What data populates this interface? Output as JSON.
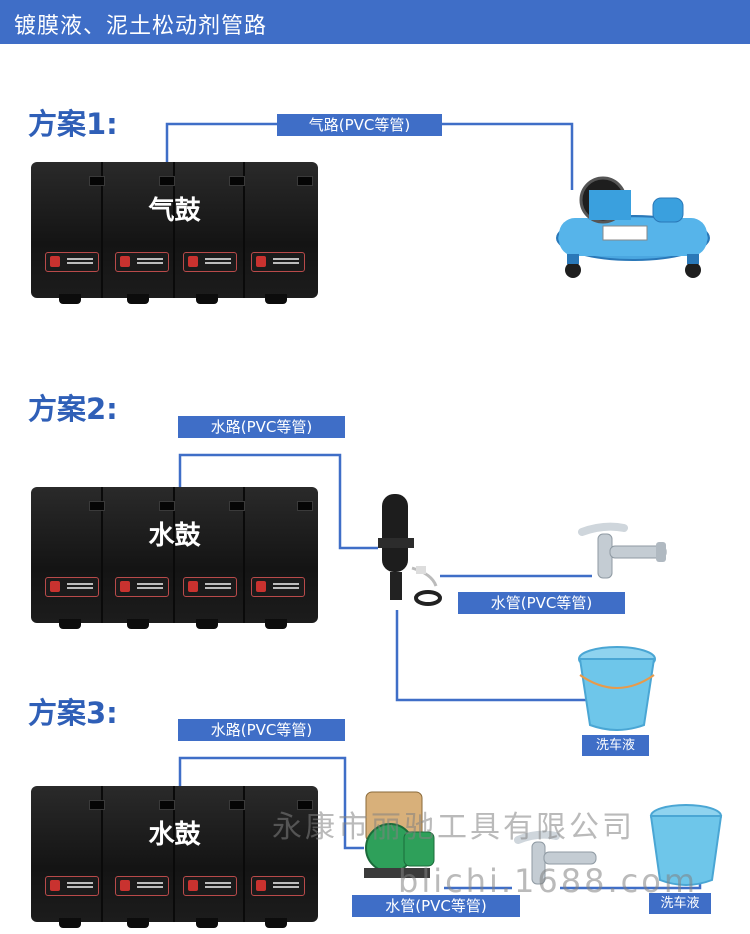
{
  "header": {
    "title": "镀膜液、泥土松动剂管路"
  },
  "plans": [
    {
      "title": "方案1:",
      "drum_label": "气鼓",
      "pipe_label": "气路(PVC等管)"
    },
    {
      "title": "方案2:",
      "drum_label": "水鼓",
      "pipe_label": "水路(PVC等管)",
      "tap_pipe_label": "水管(PVC等管)",
      "bucket_label": "洗车液"
    },
    {
      "title": "方案3:",
      "drum_label": "水鼓",
      "pipe_label": "水路(PVC等管)",
      "tap_pipe_label": "水管(PVC等管)",
      "bucket_label": "洗车液"
    }
  ],
  "watermark": {
    "line1": "永康市丽驰工具有限公司",
    "line2": "blichi.1688.com"
  },
  "colors": {
    "accent": "#3f6ec7",
    "title": "#2f5fb7",
    "pipe": "#3f6ec7"
  }
}
